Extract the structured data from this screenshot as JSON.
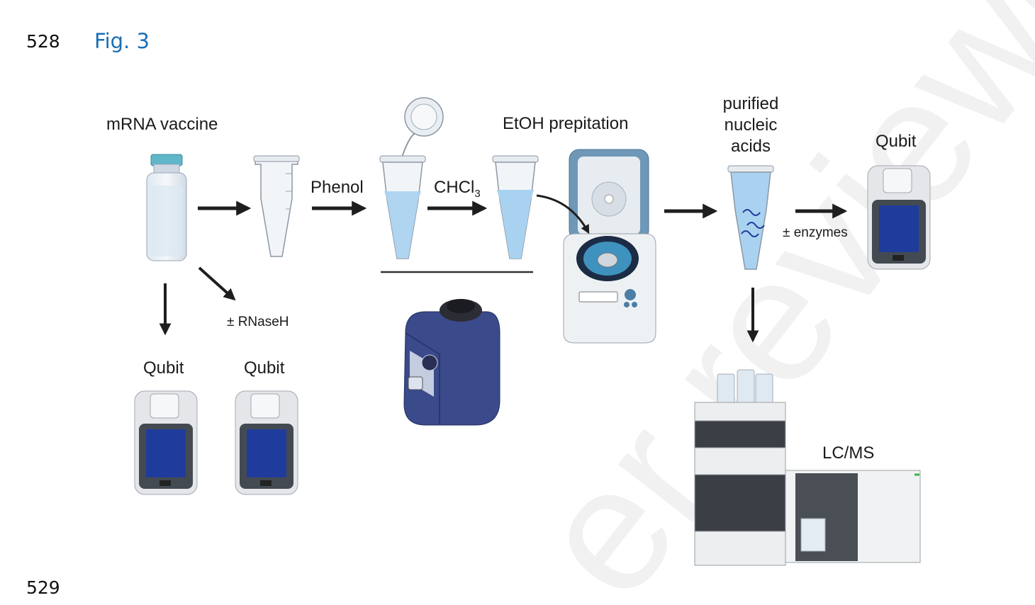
{
  "line_numbers": {
    "top": "528",
    "bottom": "529"
  },
  "figure": {
    "title": "Fig. 3",
    "labels": {
      "mrna_vaccine": "mRNA vaccine",
      "phenol": "Phenol",
      "chcl3_main": "CHCl",
      "chcl3_sub": "3",
      "etoh": "EtOH prepitation",
      "purified_1": "purified",
      "purified_2": "nucleic",
      "purified_3": "acids",
      "qubit_right": "Qubit",
      "enzymes": "± enzymes",
      "rnaseh": "± RNaseH",
      "qubit_left_1": "Qubit",
      "qubit_left_2": "Qubit",
      "lcms": "LC/MS"
    }
  },
  "watermark": "er reviewed",
  "colors": {
    "title_blue": "#1a6fb5",
    "arrow": "#1e1e1e",
    "liquid": "#a9d2f0",
    "qubit_screen": "#1f3c9c",
    "vortex": "#3a4a8a",
    "centrifuge_lid": "#6f98b8"
  }
}
